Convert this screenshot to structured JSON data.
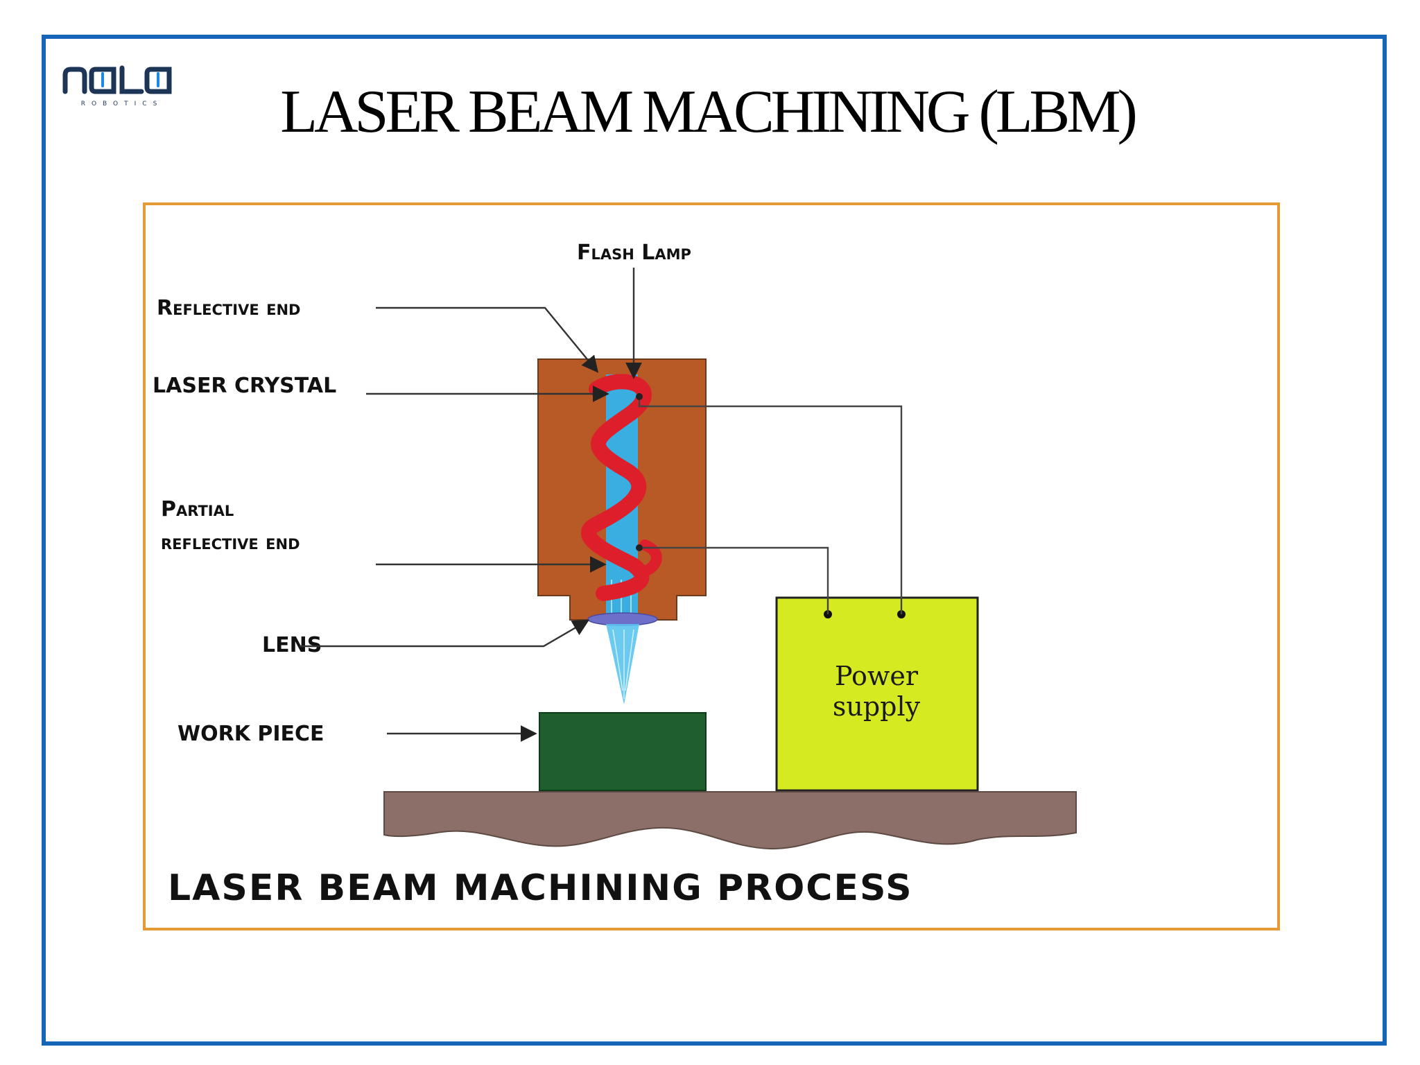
{
  "slide": {
    "title": "LASER BEAM MACHINING (LBM)",
    "logo": {
      "text": "nala",
      "subtext": "ROBOTICS"
    },
    "colors": {
      "frame": "#1565b8",
      "diagram_border": "#e59b34"
    }
  },
  "diagram": {
    "labels": {
      "flash_lamp": "Flash Lamp",
      "reflective_end": "Reflective end",
      "laser_crystal": "LASER CRYSTAL",
      "partial_line1": "Partial",
      "partial_line2": "reflective end",
      "lens": "LENS",
      "work_piece": "WORK PIECE",
      "power_line1": "Power",
      "power_line2": "supply"
    },
    "caption": "LASER BEAM MACHINING PROCESS",
    "colors": {
      "housing": "#b85a26",
      "crystal": "#3aaee0",
      "flash_lamp": "#dd1f2b",
      "work_piece": "#1e5f2d",
      "power_supply": "#d6ea22",
      "base": "#8b6f68"
    }
  }
}
